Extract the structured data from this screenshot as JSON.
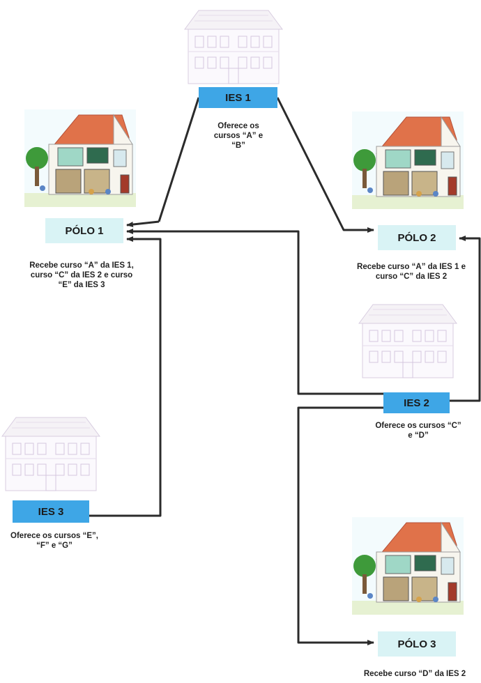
{
  "ies": [
    {
      "id": "ies1",
      "label": "IES 1",
      "desc": [
        "Oferece os",
        "cursos “A” e",
        "“B”"
      ]
    },
    {
      "id": "ies2",
      "label": "IES 2",
      "desc": [
        "Oferece os cursos “C”",
        "e “D”"
      ]
    },
    {
      "id": "ies3",
      "label": "IES 3",
      "desc": [
        "Oferece os cursos “E”,",
        "“F” e “G”"
      ]
    }
  ],
  "polos": [
    {
      "id": "polo1",
      "label": "PÓLO 1",
      "desc": [
        "Recebe curso “A” da IES 1,",
        "curso “C” da IES 2 e curso",
        "“E” da IES 3"
      ]
    },
    {
      "id": "polo2",
      "label": "PÓLO 2",
      "desc": [
        "Recebe curso “A” da IES 1 e",
        "curso “C” da IES 2"
      ]
    },
    {
      "id": "polo3",
      "label": "PÓLO 3",
      "desc": [
        "Recebe curso “D” da IES 2"
      ]
    }
  ],
  "colors": {
    "ies_box": "#3ea6e6",
    "polo_box": "#d9f3f5",
    "line": "#2b2b2b",
    "roof": "#e0724a",
    "wall": "#f7f5ee",
    "tree": "#3e9a3a"
  }
}
